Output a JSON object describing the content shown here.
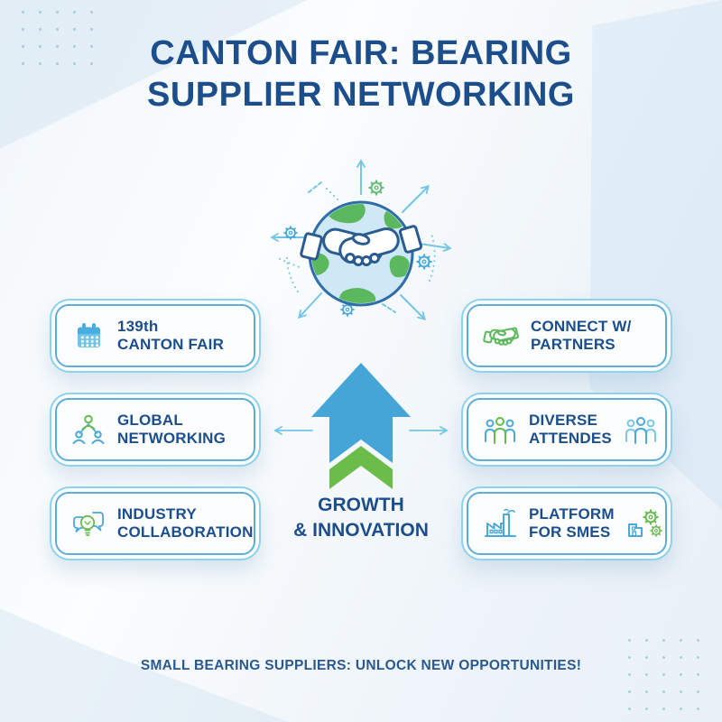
{
  "header": {
    "title": "CANTON FAIR: BEARING\nSUPPLIER NETWORKING"
  },
  "hero": {
    "illustration": "globe-handshake",
    "decor_icons": [
      "radiating-arrows",
      "gear-icons",
      "dotted-arcs"
    ]
  },
  "cards": {
    "left": [
      {
        "icon": "calendar-icon",
        "label": "139th\nCANTON FAIR"
      },
      {
        "icon": "network-people-icon",
        "label": "GLOBAL\nNETWORKING"
      },
      {
        "icon": "chat-idea-icon",
        "label": "INDUSTRY\nCOLLABORATION"
      }
    ],
    "right": [
      {
        "icon": "handshake-icon",
        "label": "CONNECT W/\nPARTNERS"
      },
      {
        "icon": "crowd-green-icon",
        "label": "DIVERSE\nATTENDES",
        "icon_right": "crowd-blue-icon"
      },
      {
        "icon": "factory-icon",
        "label": "PLATFORM\nFOR SMES",
        "icon_right": "factory-gears-icon"
      }
    ]
  },
  "center": {
    "label": "GROWTH\n& INNOVATION",
    "arrow": "upward-double-arrow"
  },
  "footer": {
    "tagline": "SMALL BEARING SUPPLIERS: UNLOCK NEW OPPORTUNITIES!"
  },
  "colors": {
    "navy_text": "#1d4e8c",
    "arrow_blue": "#45a5d6",
    "arrow_green": "#6cbc4a",
    "icon_blue": "#4aa9d9",
    "icon_green": "#67bb4f",
    "light_arrow_blue": "#74c6e4",
    "card_border_outer": "#8dd2ea",
    "card_border_inner": "#5caed8",
    "background": "#eef4f9"
  }
}
